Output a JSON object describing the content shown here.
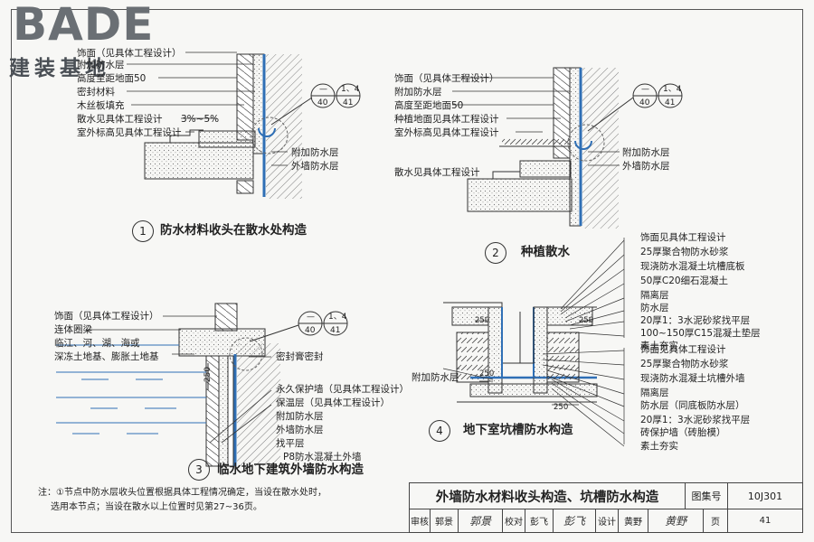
{
  "logo": {
    "brand": "BADE",
    "subtitle": "建装基地"
  },
  "detail1": {
    "number": "1",
    "caption": "防水材料收头在散水处构造",
    "labels": [
      "饰面（见具体工程设计）",
      "附加防水层",
      "高度至距地面50",
      "密封材料",
      "木丝板填充",
      "散水见具体工程设计",
      "室外标高见具体工程设计"
    ],
    "slope": "3%~5%",
    "ref_top": "—",
    "ref_num": "1、4",
    "ref_left": "40",
    "ref_right": "41",
    "right_labels": [
      "附加防水层",
      "外墙防水层"
    ]
  },
  "detail2": {
    "number": "2",
    "caption": "种植散水",
    "labels": [
      "饰面（见具体工程设计）",
      "附加防水层",
      "高度至距地面50",
      "种植地面见具体工程设计",
      "室外标高见具体工程设计"
    ],
    "apron_label": "散水见具体工程设计",
    "ref_top": "—",
    "ref_num": "1、4",
    "ref_left": "40",
    "ref_right": "41",
    "right_labels": [
      "附加防水层",
      "外墙防水层"
    ]
  },
  "detail3": {
    "number": "3",
    "caption": "临水地下建筑外墙防水构造",
    "left_labels": [
      "饰面（见具体工程设计）",
      "连体圈梁",
      "临江、河、湖、海或",
      "深冻土地基、膨胀土地基"
    ],
    "seal_label": "密封膏密封",
    "dim": "250",
    "ref_top": "—",
    "ref_num": "1、4",
    "ref_left": "40",
    "ref_right": "41",
    "bottom_labels": [
      "永久保护墙（见具体工程设计）",
      "保温层（见具体工程设计）",
      "附加防水层",
      "外墙防水层",
      "找平层",
      "P8防水混凝土外墙"
    ]
  },
  "detail4": {
    "number": "4",
    "caption": "地下室坑槽防水构造",
    "left_label": "附加防水层",
    "dims": [
      "250",
      "250",
      "250",
      "250"
    ],
    "top_labels": [
      "饰面见具体工程设计",
      "25厚聚合物防水砂浆",
      "现浇防水混凝土坑槽底板",
      "50厚C20细石混凝土",
      "隔离层",
      "防水层",
      "20厚1：3水泥砂浆找平层",
      "100~150厚C15混凝土垫层",
      "素土夯实"
    ],
    "bottom_labels": [
      "饰面见具体工程设计",
      "25厚聚合物防水砂浆",
      "现浇防水混凝土坑槽外墙",
      "隔离层",
      "防水层（同底板防水层）",
      "20厚1：3水泥砂浆找平层",
      "砖保护墙（砖胎模）",
      "素土夯实"
    ]
  },
  "note": {
    "line1": "注：①节点中防水层收头位置根据具体工程情况确定，当设在散水处时，",
    "line2": "选用本节点；当设在散水以上位置时见第27~36页。"
  },
  "title_block": {
    "title": "外墙防水材料收头构造、坑槽防水构造",
    "atlas_label": "图集号",
    "atlas_no": "10J301",
    "review_label": "审核",
    "reviewer": "郭景",
    "review_sig": "郭景",
    "check_label": "校对",
    "checker": "彭飞",
    "check_sig": "彭飞",
    "design_label": "设计",
    "designer": "黄野",
    "design_sig": "黄野",
    "page_label": "页",
    "page_no": "41"
  },
  "colors": {
    "line": "#333333",
    "water": "#2f6fb5",
    "hatch": "#555555"
  }
}
